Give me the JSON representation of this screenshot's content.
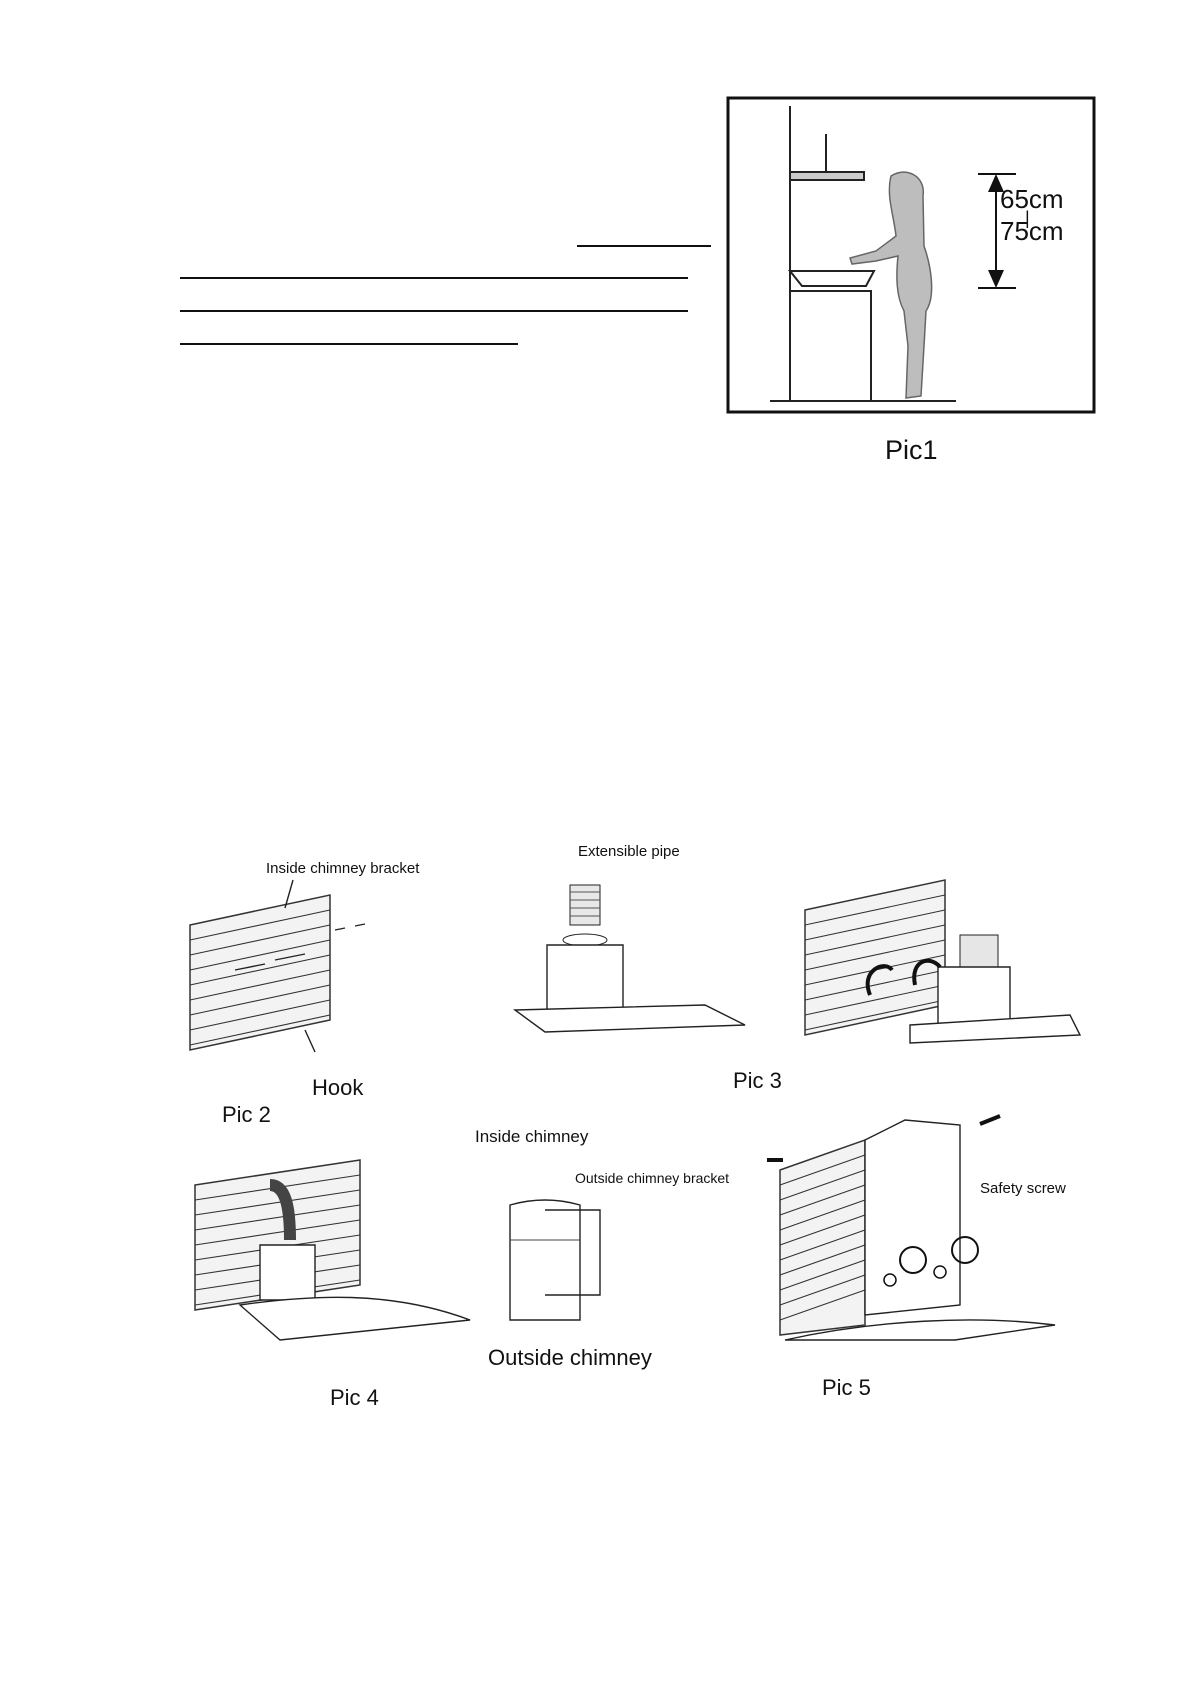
{
  "pic1": {
    "caption": "Pic1",
    "dim_top": "65cm",
    "dim_bottom": "75cm"
  },
  "labels": {
    "inside_chimney_bracket": "Inside chimney bracket",
    "extensible_pipe": "Extensible pipe",
    "hook": "Hook",
    "pic2": "Pic 2",
    "pic3": "Pic 3",
    "inside_chimney": "Inside chimney",
    "outside_chimney_bracket": "Outside chimney bracket",
    "safety_screw": "Safety screw",
    "outside_chimney": "Outside chimney",
    "pic4": "Pic 4",
    "pic5": "Pic 5"
  }
}
